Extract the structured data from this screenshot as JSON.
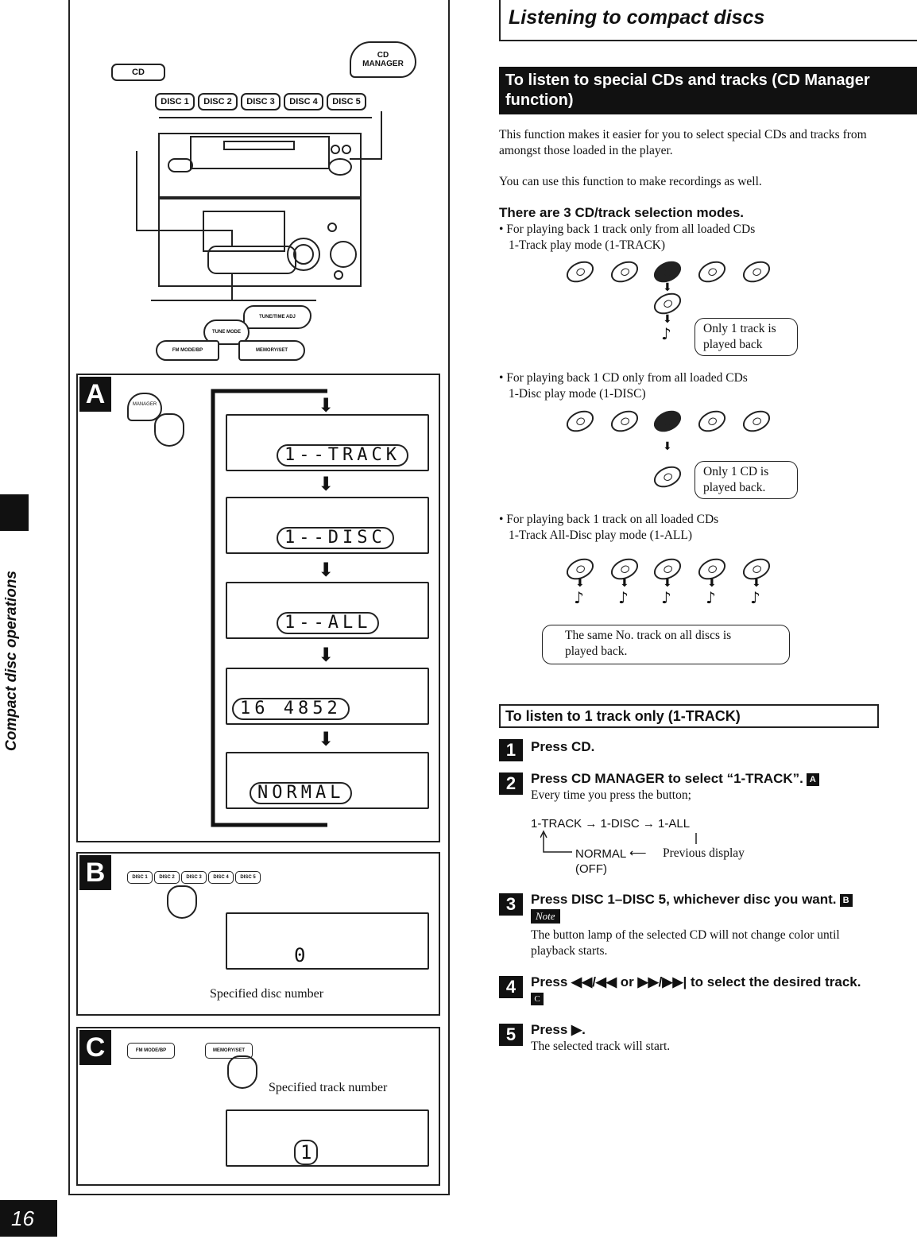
{
  "page": {
    "side_label": "Compact disc operations",
    "page_number": "16",
    "title": "Listening to compact discs"
  },
  "left": {
    "device_buttons": {
      "cd": "CD",
      "cd_manager": "CD\nMANAGER",
      "discs": [
        "DISC 1",
        "DISC 2",
        "DISC 3",
        "DISC 4",
        "DISC 5"
      ],
      "play": "TUNE/TIME ADJ",
      "stop": "TUNE MODE",
      "prev": "FM MODE/BP",
      "next": "MEMORY/SET"
    },
    "panel_a": {
      "letter": "A",
      "displays": [
        "1--TRACK",
        "1--DISC",
        "1--ALL",
        "16  4852",
        "NORMAL"
      ]
    },
    "panel_b": {
      "letter": "B",
      "display_value": "0",
      "caption": "Specified disc number"
    },
    "panel_c": {
      "letter": "C",
      "display_value": "1",
      "caption": "Specified track number"
    }
  },
  "right": {
    "section_title": "To listen to special CDs and tracks (CD Manager function)",
    "intro": "This function makes it easier for you to select special CDs and tracks from amongst those loaded in the player.",
    "recording_note": "You can use this function to make recordings as well.",
    "modes_heading": "There are 3 CD/track selection modes.",
    "mode1_line1": "• For playing back 1 track only from all loaded CDs",
    "mode1_line2": "1-Track play mode (1-TRACK)",
    "mode1_bubble": "Only 1 track is played back",
    "mode2_line1": "• For playing back 1 CD only from all loaded CDs",
    "mode2_line2": "1-Disc play mode (1-DISC)",
    "mode2_bubble": "Only 1 CD is played back.",
    "mode3_line1": "• For playing back 1 track on all loaded CDs",
    "mode3_line2": "1-Track All-Disc play mode (1-ALL)",
    "mode3_bubble": "The same No. track on all discs is played back.",
    "sub_title": "To listen to 1 track only (1-TRACK)",
    "steps": [
      {
        "num": "1",
        "title": "Press CD."
      },
      {
        "num": "2",
        "title": "Press CD MANAGER to select “1-TRACK”.",
        "ref": "A",
        "body": "Every time you press the button;"
      },
      {
        "num": "3",
        "title": "Press DISC 1–DISC 5, whichever disc you want.",
        "ref": "B",
        "note_label": "Note",
        "body": "The button lamp of the selected CD will not change color until playback starts."
      },
      {
        "num": "4",
        "title": "Press ◀◀/◀◀ or ▶▶/▶▶| to select the desired track.",
        "ref": "C"
      },
      {
        "num": "5",
        "title": "Press ▶.",
        "body": "The selected track will start."
      }
    ],
    "cycle": {
      "line1": "1-TRACK → 1-DISC → 1-ALL",
      "normal": "NORMAL",
      "previous": "Previous display",
      "off": "(OFF)"
    }
  },
  "colors": {
    "ink": "#111111",
    "paper": "#ffffff"
  }
}
